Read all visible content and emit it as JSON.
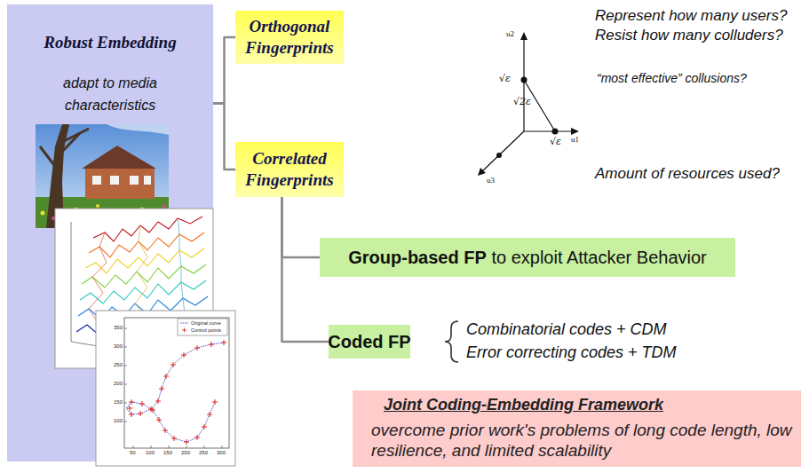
{
  "diagram": {
    "nodes": [
      {
        "text": [
          "Robust Embedding",
          "adapt to media characteristics"
        ]
      },
      {
        "text": [
          "Orthogonal Fingerprints"
        ]
      },
      {
        "text": [
          "Correlated Fingerprints"
        ]
      },
      {
        "text": [
          "Group-based FP",
          "to exploit Attacker Behavior"
        ]
      },
      {
        "text": [
          "Coded FP"
        ]
      },
      {
        "text": [
          "Joint Coding-Embedding Framework",
          "overcome prior work's problems of long code length, low resilience, and limited scalability"
        ]
      }
    ],
    "edges": [
      {
        "from": 0,
        "to": 1,
        "arrow": "none"
      },
      {
        "from": 0,
        "to": 2,
        "arrow": "none"
      },
      {
        "from": 2,
        "to": 3,
        "arrow": "none"
      },
      {
        "from": 2,
        "to": 4,
        "arrow": "none"
      }
    ],
    "labels": [
      "u2",
      "u1",
      "u3",
      "√ε",
      "√2ε",
      "√ε",
      "Represent how many users?",
      "Resist how many colluders?",
      "“most effective” collusions?",
      "Amount of resources used?",
      "Combinatorial codes + CDM",
      "Error correcting codes + TDM",
      "50",
      "100",
      "150",
      "200",
      "250",
      "300",
      "100",
      "150",
      "200",
      "250",
      "300",
      "350"
    ],
    "legend": [
      {
        "text": "Original curve"
      },
      {
        "text": "Control points"
      }
    ]
  }
}
